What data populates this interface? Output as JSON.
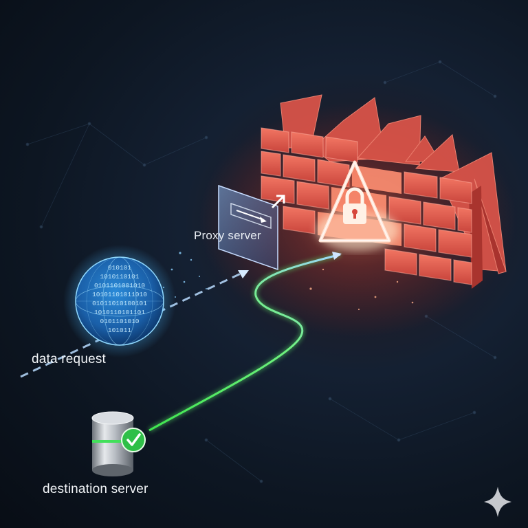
{
  "labels": {
    "data_request": "data request",
    "proxy_server": "Proxy server",
    "destination_server": "destination server"
  },
  "globe_digits": [
    "010101",
    "1010110101",
    "0101101001010",
    "10101101011010",
    "01011010100101",
    "1010110101101",
    "0101101010",
    "101011"
  ],
  "colors": {
    "background": "#0d1622",
    "firewall_brick": "#e0574a",
    "warning_glow": "#ffb38a",
    "globe_blue": "#58c6ff",
    "path_green": "#5cf06a",
    "request_dash": "#b9dcff",
    "check_green": "#33c24a"
  },
  "icons": [
    "globe-icon",
    "proxy-panel-icon",
    "firewall-icon",
    "lock-warning-icon",
    "database-icon",
    "checkmark-icon",
    "sparkle-icon"
  ]
}
